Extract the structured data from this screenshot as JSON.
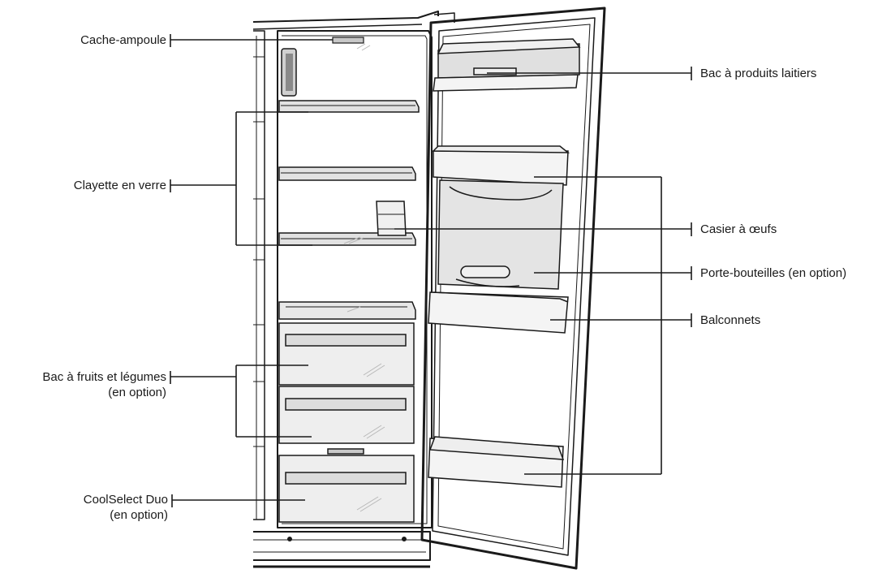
{
  "labels": {
    "cache_ampoule": "Cache-ampoule",
    "clayette": "Clayette en verre",
    "bac_fruits_line1": "Bac à fruits et légumes",
    "bac_fruits_line2": "(en option)",
    "coolselect_line1": "CoolSelect Duo",
    "coolselect_line2": "(en option)",
    "bac_laitiers": "Bac à produits laitiers",
    "casier_oeufs": "Casier à œufs",
    "porte_bouteilles": "Porte-bouteilles (en option)",
    "balconnets": "Balconnets"
  },
  "colors": {
    "line": "#1a1a1a",
    "fill_light": "#f0f0f0",
    "fill_mid": "#e2e2e2",
    "fill_dark": "#c8c8c8"
  }
}
